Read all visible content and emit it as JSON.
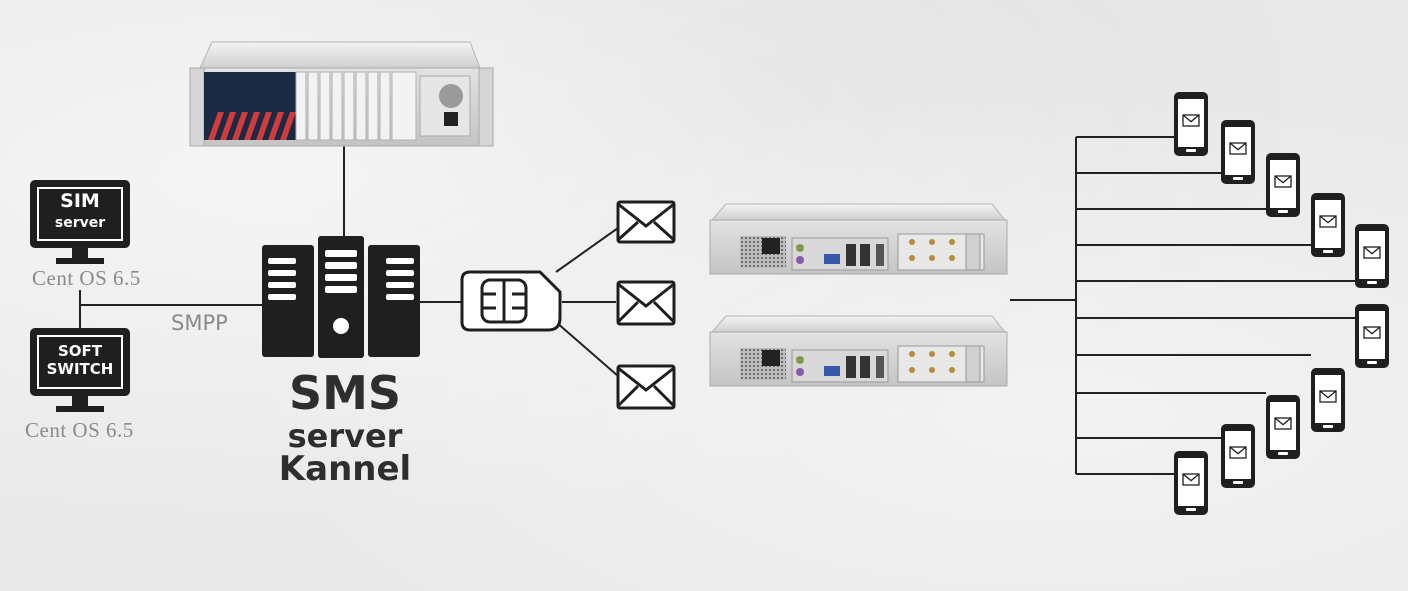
{
  "sim_server": {
    "monitor_line1": "SIM",
    "monitor_line2": "server",
    "os_label": "Cent OS 6.5"
  },
  "soft_switch": {
    "monitor_line1": "SOFT",
    "monitor_line2": "SWITCH",
    "os_label": "Cent OS 6.5"
  },
  "link_label": "SMPP",
  "sms_server": {
    "line1": "SMS",
    "line2": "server",
    "line3": "Kannel"
  },
  "colors": {
    "icon_dark": "#1f1f1f",
    "line": "#222222",
    "label_grey": "#8a8a8a",
    "background": "#e9e9e9"
  },
  "icons": {
    "sim_card": "sim-card-icon",
    "envelope": "envelope-icon",
    "phone": "smartphone-envelope-icon",
    "server_rack": "server-rack-icon"
  }
}
